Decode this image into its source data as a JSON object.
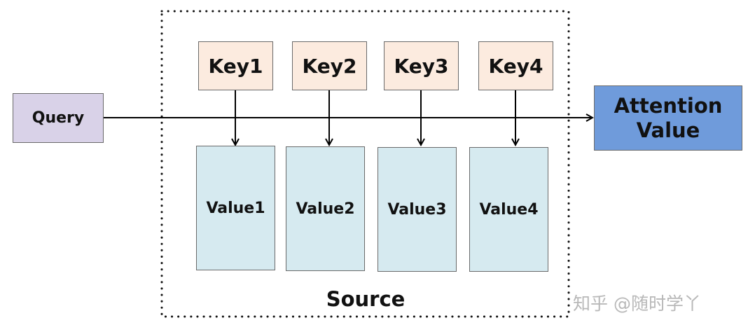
{
  "query": {
    "label": "Query"
  },
  "keys": [
    {
      "label": "Key1"
    },
    {
      "label": "Key2"
    },
    {
      "label": "Key3"
    },
    {
      "label": "Key4"
    }
  ],
  "values": [
    {
      "label": "Value1"
    },
    {
      "label": "Value2"
    },
    {
      "label": "Value3"
    },
    {
      "label": "Value4"
    }
  ],
  "output": {
    "line1": "Attention",
    "line2": "Value"
  },
  "source": {
    "label": "Source"
  },
  "watermark": {
    "text": "知乎 @随时学丫"
  }
}
